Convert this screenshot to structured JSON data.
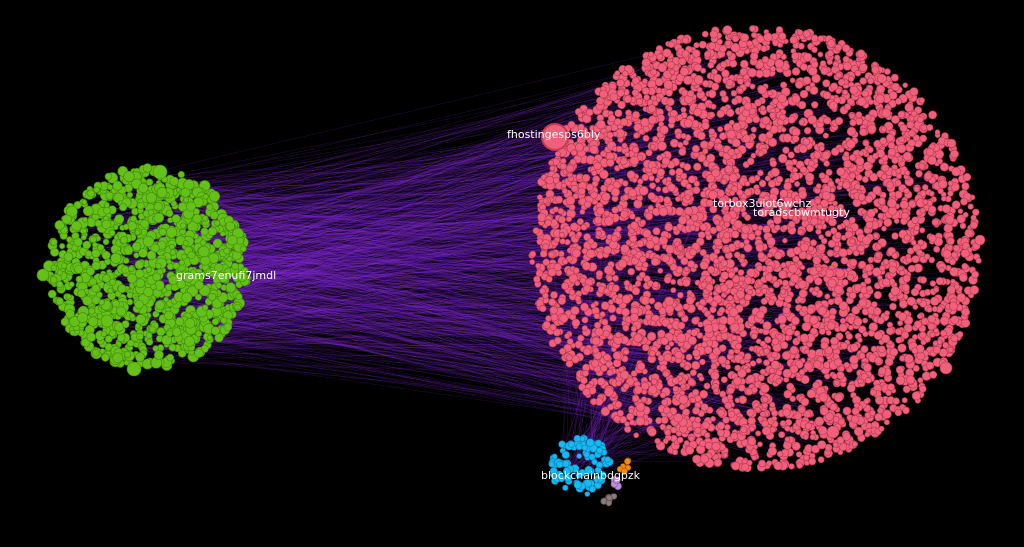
{
  "colors": {
    "background": "#000000",
    "edge": "#8a2be2",
    "green_cluster": "#66c01a",
    "pink_cluster": "#f0607a",
    "blue_cluster": "#19b8f0",
    "orange_cluster": "#f08c10",
    "lavender_cluster": "#c08ce0",
    "gray_cluster": "#8a7a7a",
    "label": "#ffffff"
  },
  "labels": {
    "grams": "grams7enufi7jmdl",
    "fhosting": "fhostingesps6bly",
    "torbox": "torbox3uiot6wchz",
    "toradsc": "toradscbwmtugty",
    "blockchain": "blockchainbdgpzk"
  }
}
